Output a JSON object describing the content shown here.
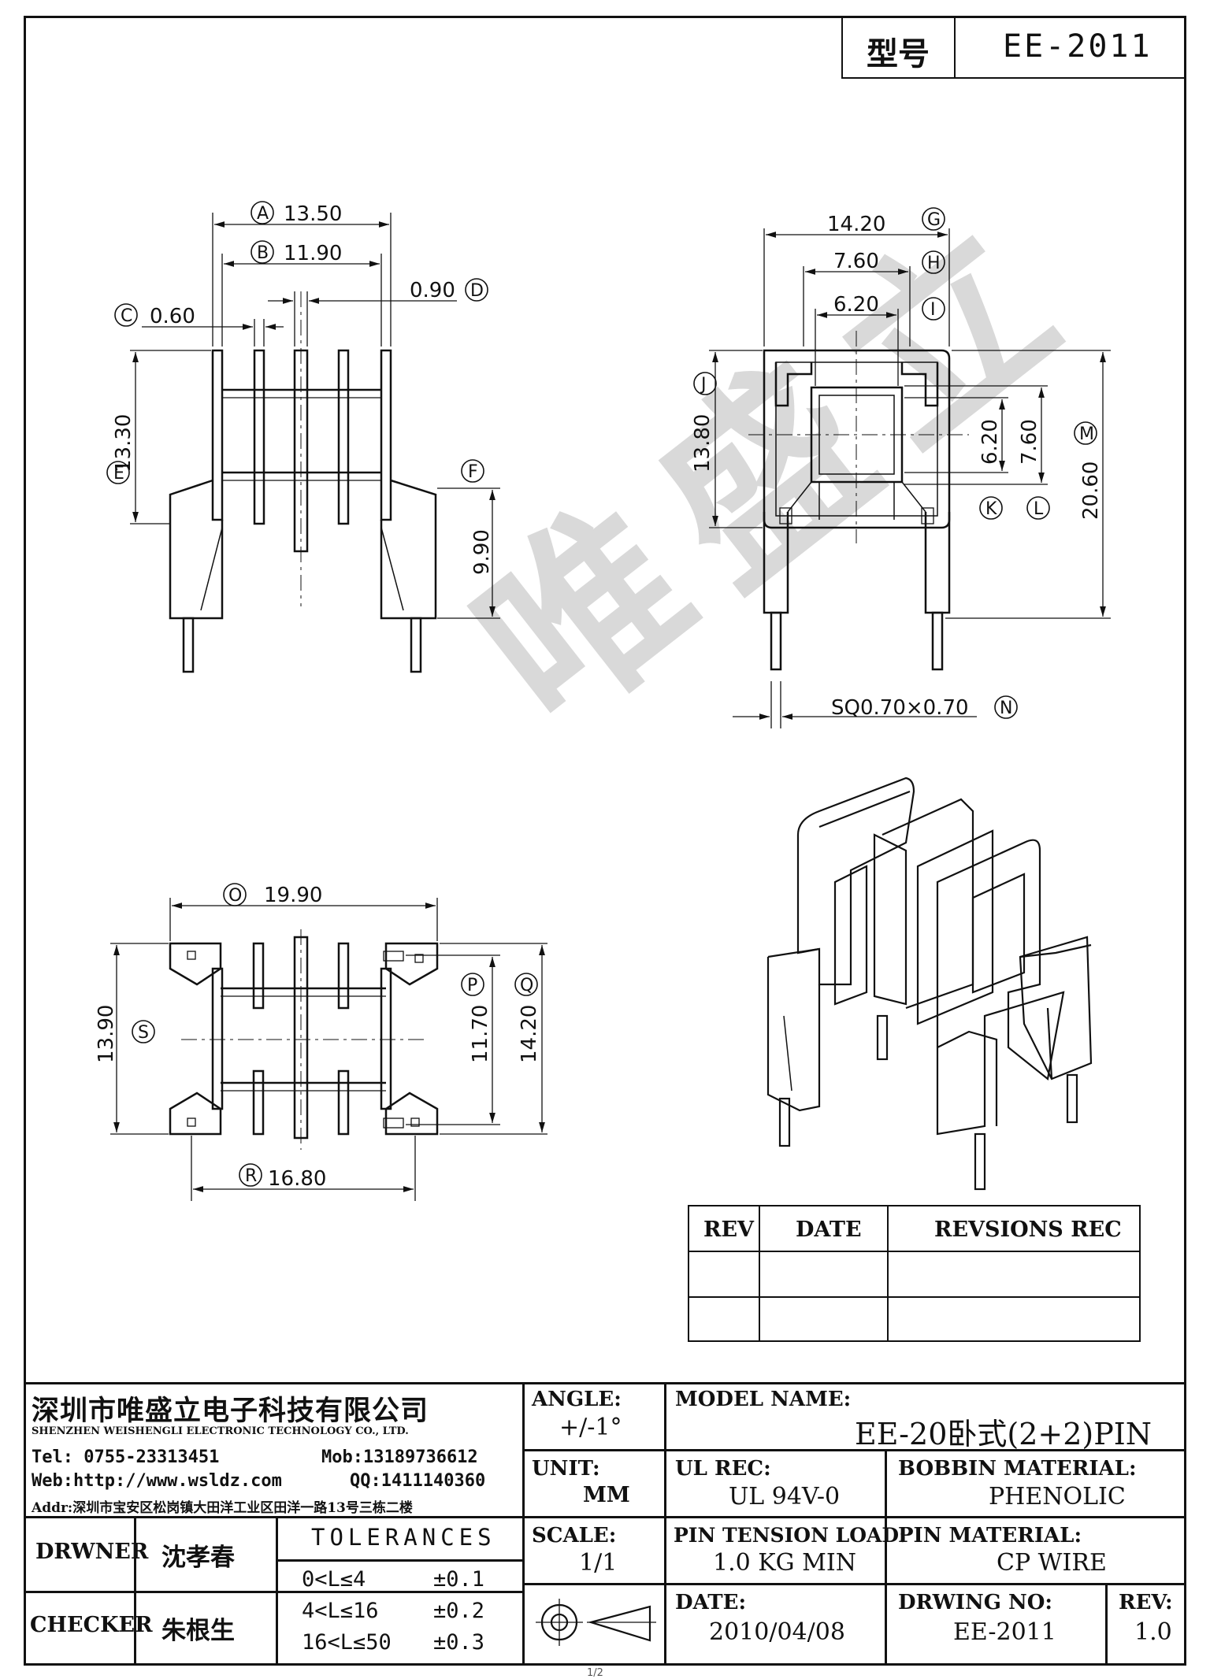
{
  "type_box": {
    "label": "型号",
    "value": "EE-2011"
  },
  "watermark": "唯盛立",
  "dims": {
    "A": "13.50",
    "B": "11.90",
    "C": "0.60",
    "D": "0.90",
    "E": "13.30",
    "F": "9.90",
    "G": "14.20",
    "H": "7.60",
    "I": "6.20",
    "J": "13.80",
    "K": "6.20",
    "L": "7.60",
    "M": "20.60",
    "N": "SQ0.70×0.70",
    "O": "19.90",
    "P": "11.70",
    "Q": "14.20",
    "R": "16.80",
    "S": "13.90"
  },
  "rev_table": {
    "headers": [
      "REV",
      "DATE",
      "REVSIONS REC"
    ],
    "rows": [
      [
        "",
        "",
        ""
      ],
      [
        "",
        "",
        ""
      ]
    ]
  },
  "company": {
    "name_cn": "深圳市唯盛立电子科技有限公司",
    "name_en": "SHENZHEN WEISHENGLI ELECTRONIC TECHNOLOGY CO., LTD.",
    "tel": "Tel: 0755-23313451",
    "mob": "Mob:13189736612",
    "web": "Web:http://www.wsldz.com",
    "qq": "QQ:1411140360",
    "addr": "Addr:深圳市宝安区松岗镇大田洋工业区田洋一路13号三栋二楼"
  },
  "title_block": {
    "angle_label": "ANGLE:",
    "angle_value": "+/-1°",
    "model_label": "MODEL NAME:",
    "model_value": "EE-20卧式(2+2)PIN",
    "unit_label": "UNIT:",
    "unit_value": "MM",
    "ul_label": "UL REC:",
    "ul_value": "UL 94V-0",
    "bobbin_label": "BOBBIN MATERIAL:",
    "bobbin_value": "PHENOLIC",
    "scale_label": "SCALE:",
    "scale_value": "1/1",
    "pin_tension_label": "PIN TENSION LOAD:",
    "pin_tension_value": "1.0 KG MIN",
    "pin_material_label": "PIN MATERIAL:",
    "pin_material_value": "CP WIRE",
    "date_label": "DATE:",
    "date_value": "2010/04/08",
    "drawing_no_label": "DRWING NO:",
    "drawing_no_value": "EE-2011",
    "rev_label": "REV:",
    "rev_value": "1.0",
    "drawer_label": "DRWNER",
    "drawer_value": "沈孝春",
    "checker_label": "CHECKER",
    "checker_value": "朱根生",
    "tolerances_label": "TOLERANCES",
    "tolerances": [
      {
        "range": "0<L≤4",
        "value": "±0.1"
      },
      {
        "range": "4<L≤16",
        "value": "±0.2"
      },
      {
        "range": "16<L≤50",
        "value": "±0.3"
      }
    ]
  },
  "footer_text": "1/2"
}
